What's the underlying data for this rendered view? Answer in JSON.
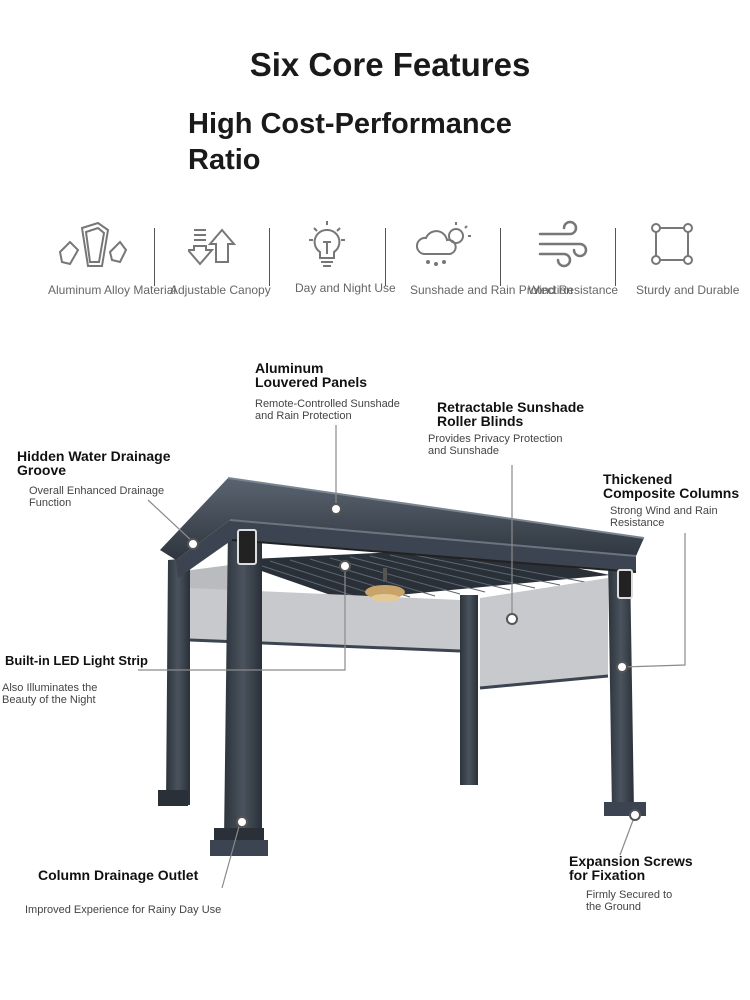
{
  "header": {
    "title": "Six Core Features",
    "subtitle_line1": "High Cost-Performance",
    "subtitle_line2": "Ratio"
  },
  "features": [
    {
      "label": "Aluminum Alloy Material",
      "icon": "aluminum-profile-icon"
    },
    {
      "label": "Adjustable Canopy",
      "icon": "adjust-arrows-icon"
    },
    {
      "label": "Day and Night Use",
      "icon": "light-bulb-icon"
    },
    {
      "label": "Sunshade and Rain Protection",
      "icon": "weather-cloud-icon"
    },
    {
      "label": "Wind Resistance",
      "icon": "wind-icon"
    },
    {
      "label": "Sturdy and Durable",
      "icon": "square-frame-icon"
    }
  ],
  "callouts": {
    "louvered": {
      "title1": "Aluminum",
      "title2": "Louvered Panels",
      "desc1": "Remote-Controlled Sunshade",
      "desc2": "and Rain Protection"
    },
    "blinds": {
      "title1": "Retractable Sunshade",
      "title2": "Roller Blinds",
      "desc1": "Provides Privacy Protection",
      "desc2": "and Sunshade"
    },
    "drainage_groove": {
      "title1": "Hidden Water Drainage",
      "title2": "Groove",
      "desc1": "Overall Enhanced Drainage",
      "desc2": "Function"
    },
    "columns": {
      "title1": "Thickened",
      "title2": "Composite Columns",
      "desc1": "Strong Wind and Rain",
      "desc2": "Resistance"
    },
    "led": {
      "title1": "Built-in LED Light Strip",
      "desc1": "Also Illuminates the",
      "desc2": "Beauty of the Night"
    },
    "outlet": {
      "title1": "Column Drainage Outlet",
      "desc1": "Improved Experience for Rainy Day Use"
    },
    "screws": {
      "title1": "Expansion Screws",
      "title2": "for Fixation",
      "desc1": "Firmly Secured to",
      "desc2": "the Ground"
    }
  },
  "colors": {
    "frame": "#3b4450",
    "frame_dark": "#2a3038",
    "screen": "#c8c9cc",
    "leader": "#888888"
  }
}
